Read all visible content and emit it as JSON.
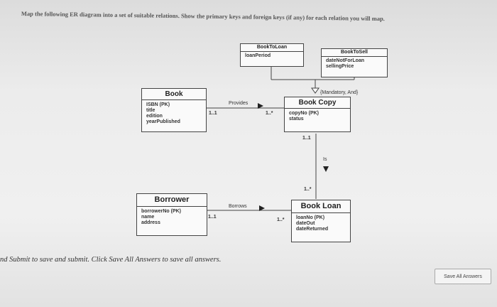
{
  "question": "Map the following ER diagram into a set of suitable relations. Show the primary keys and foreign keys (if any) for each relation you will map.",
  "diagram": {
    "book_to_loan": {
      "title": "BookToLoan",
      "attrs": [
        "loanPeriod"
      ]
    },
    "book_to_sell": {
      "title": "BookToSell",
      "attrs": [
        "dateNotForLoan",
        "sellingPrice"
      ]
    },
    "constraint": "{Mandatory, And}",
    "book": {
      "title": "Book",
      "attrs": [
        "ISBN (PK)",
        "title",
        "edition",
        "yearPublished"
      ]
    },
    "book_copy": {
      "title": "Book Copy",
      "attrs": [
        "copyNo (PK)",
        "status"
      ]
    },
    "borrower": {
      "title": "Borrower",
      "attrs": [
        "borrowerNo (PK)",
        "name",
        "address"
      ]
    },
    "book_loan": {
      "title": "Book Loan",
      "attrs": [
        "loanNo (PK)",
        "dateOut",
        "dateReturned"
      ]
    },
    "rel_provides": {
      "label": "Provides",
      "card_left": "1..1",
      "card_right": "1..*"
    },
    "rel_is": {
      "label": "Is",
      "card_top": "1..1",
      "card_bottom": "1..*"
    },
    "rel_borrows": {
      "label": "Borrows",
      "card_left": "1..1",
      "card_right": "1..*"
    }
  },
  "footer_note": "nd Submit to save and submit. Click Save All Answers to save all answers.",
  "save_button": "Save All Answers"
}
